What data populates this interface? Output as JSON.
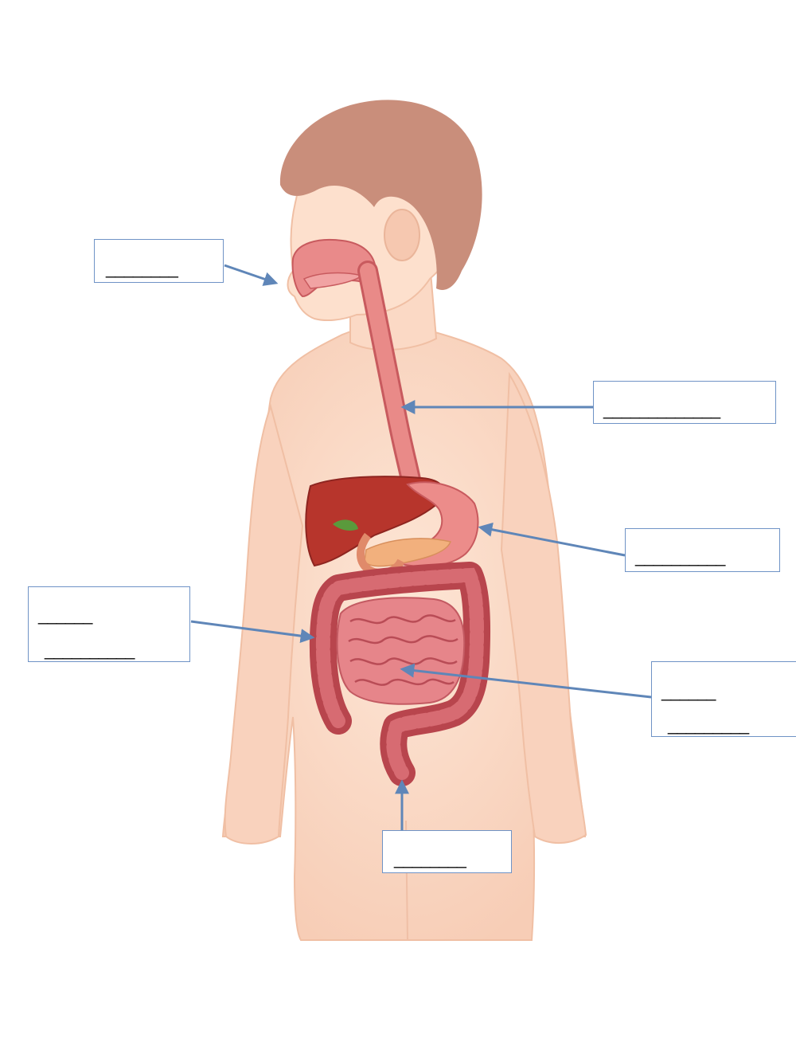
{
  "colors": {
    "skin": "#fbdcc9",
    "skin_shade": "#f2c3aa",
    "hair": "#c98e7b",
    "liver": "#b7352c",
    "stomach": "#ec8c8a",
    "intestine": "#d9666c",
    "colon": "#b8454d",
    "pancreas": "#f2b07d",
    "gallbladder": "#5a9a3c",
    "esophagus": "#e07a78",
    "arrow": "#5f86b8",
    "box_border": "#6f93c6"
  },
  "labels": [
    {
      "id": "mouth",
      "lines": [
        "________"
      ]
    },
    {
      "id": "esophagus",
      "lines": [
        "_____________"
      ]
    },
    {
      "id": "stomach",
      "lines": [
        "__________"
      ]
    },
    {
      "id": "large-intestine",
      "lines": [
        "______",
        "__________"
      ]
    },
    {
      "id": "small-intestine",
      "lines": [
        "______",
        "_________"
      ]
    },
    {
      "id": "rectum",
      "lines": [
        "________"
      ]
    }
  ]
}
